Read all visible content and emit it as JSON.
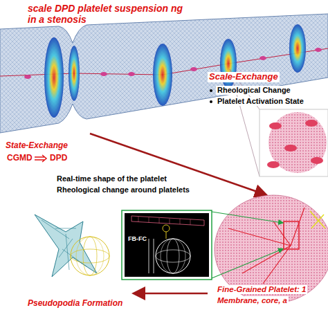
{
  "diagram": {
    "title": "scale DPD platelet suspension ng in a stenosis",
    "labels": [
      "Scale-Exchange",
      "Rheological Change",
      "Platelet Activation State",
      "State-Exchange",
      "CGMD",
      "DPD",
      "Real-time shape of the platelet",
      "Rheological change around platelets",
      "FB-FC",
      "Pseudopodia Formation",
      "Fine-Grained Platelet: 1",
      "Membrane, core, a"
    ]
  }
}
